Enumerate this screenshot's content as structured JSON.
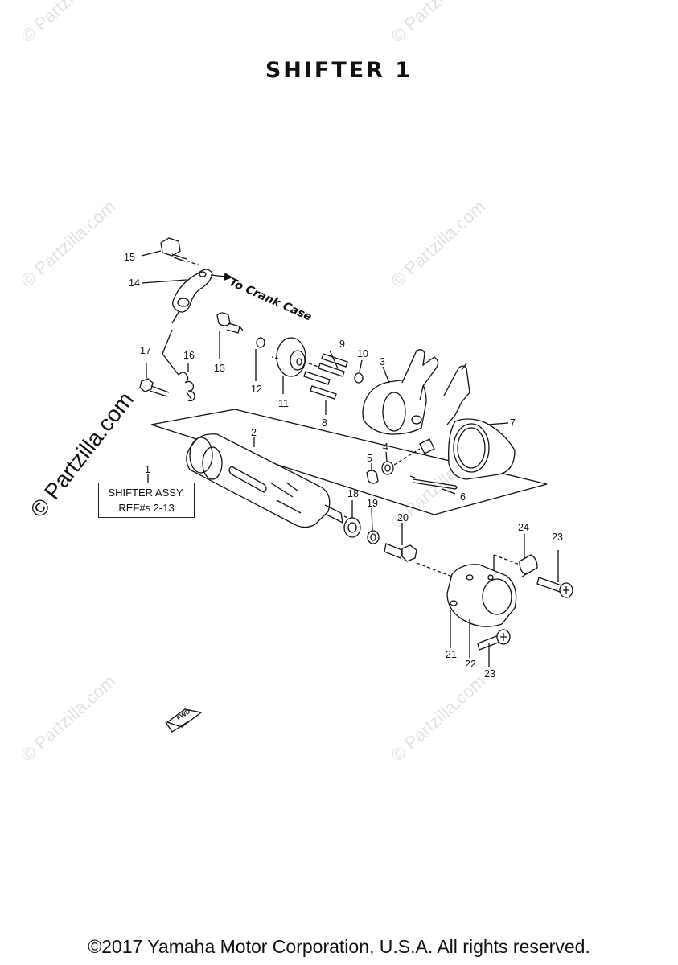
{
  "title": "SHIFTER 1",
  "footer": "©2017 Yamaha Motor Corporation, U.S.A. All rights reserved.",
  "watermark": "© Partzilla.com",
  "note_to_crank_case": "To Crank Case",
  "assembly_box": {
    "line1": "SHIFTER ASSY.",
    "line2": "REF#s 2-13"
  },
  "fwd_label": "FWD",
  "callouts": [
    "1",
    "2",
    "3",
    "4",
    "5",
    "6",
    "7",
    "8",
    "9",
    "10",
    "11",
    "12",
    "13",
    "14",
    "15",
    "16",
    "17",
    "18",
    "19",
    "20",
    "21",
    "22",
    "23",
    "23",
    "24"
  ]
}
